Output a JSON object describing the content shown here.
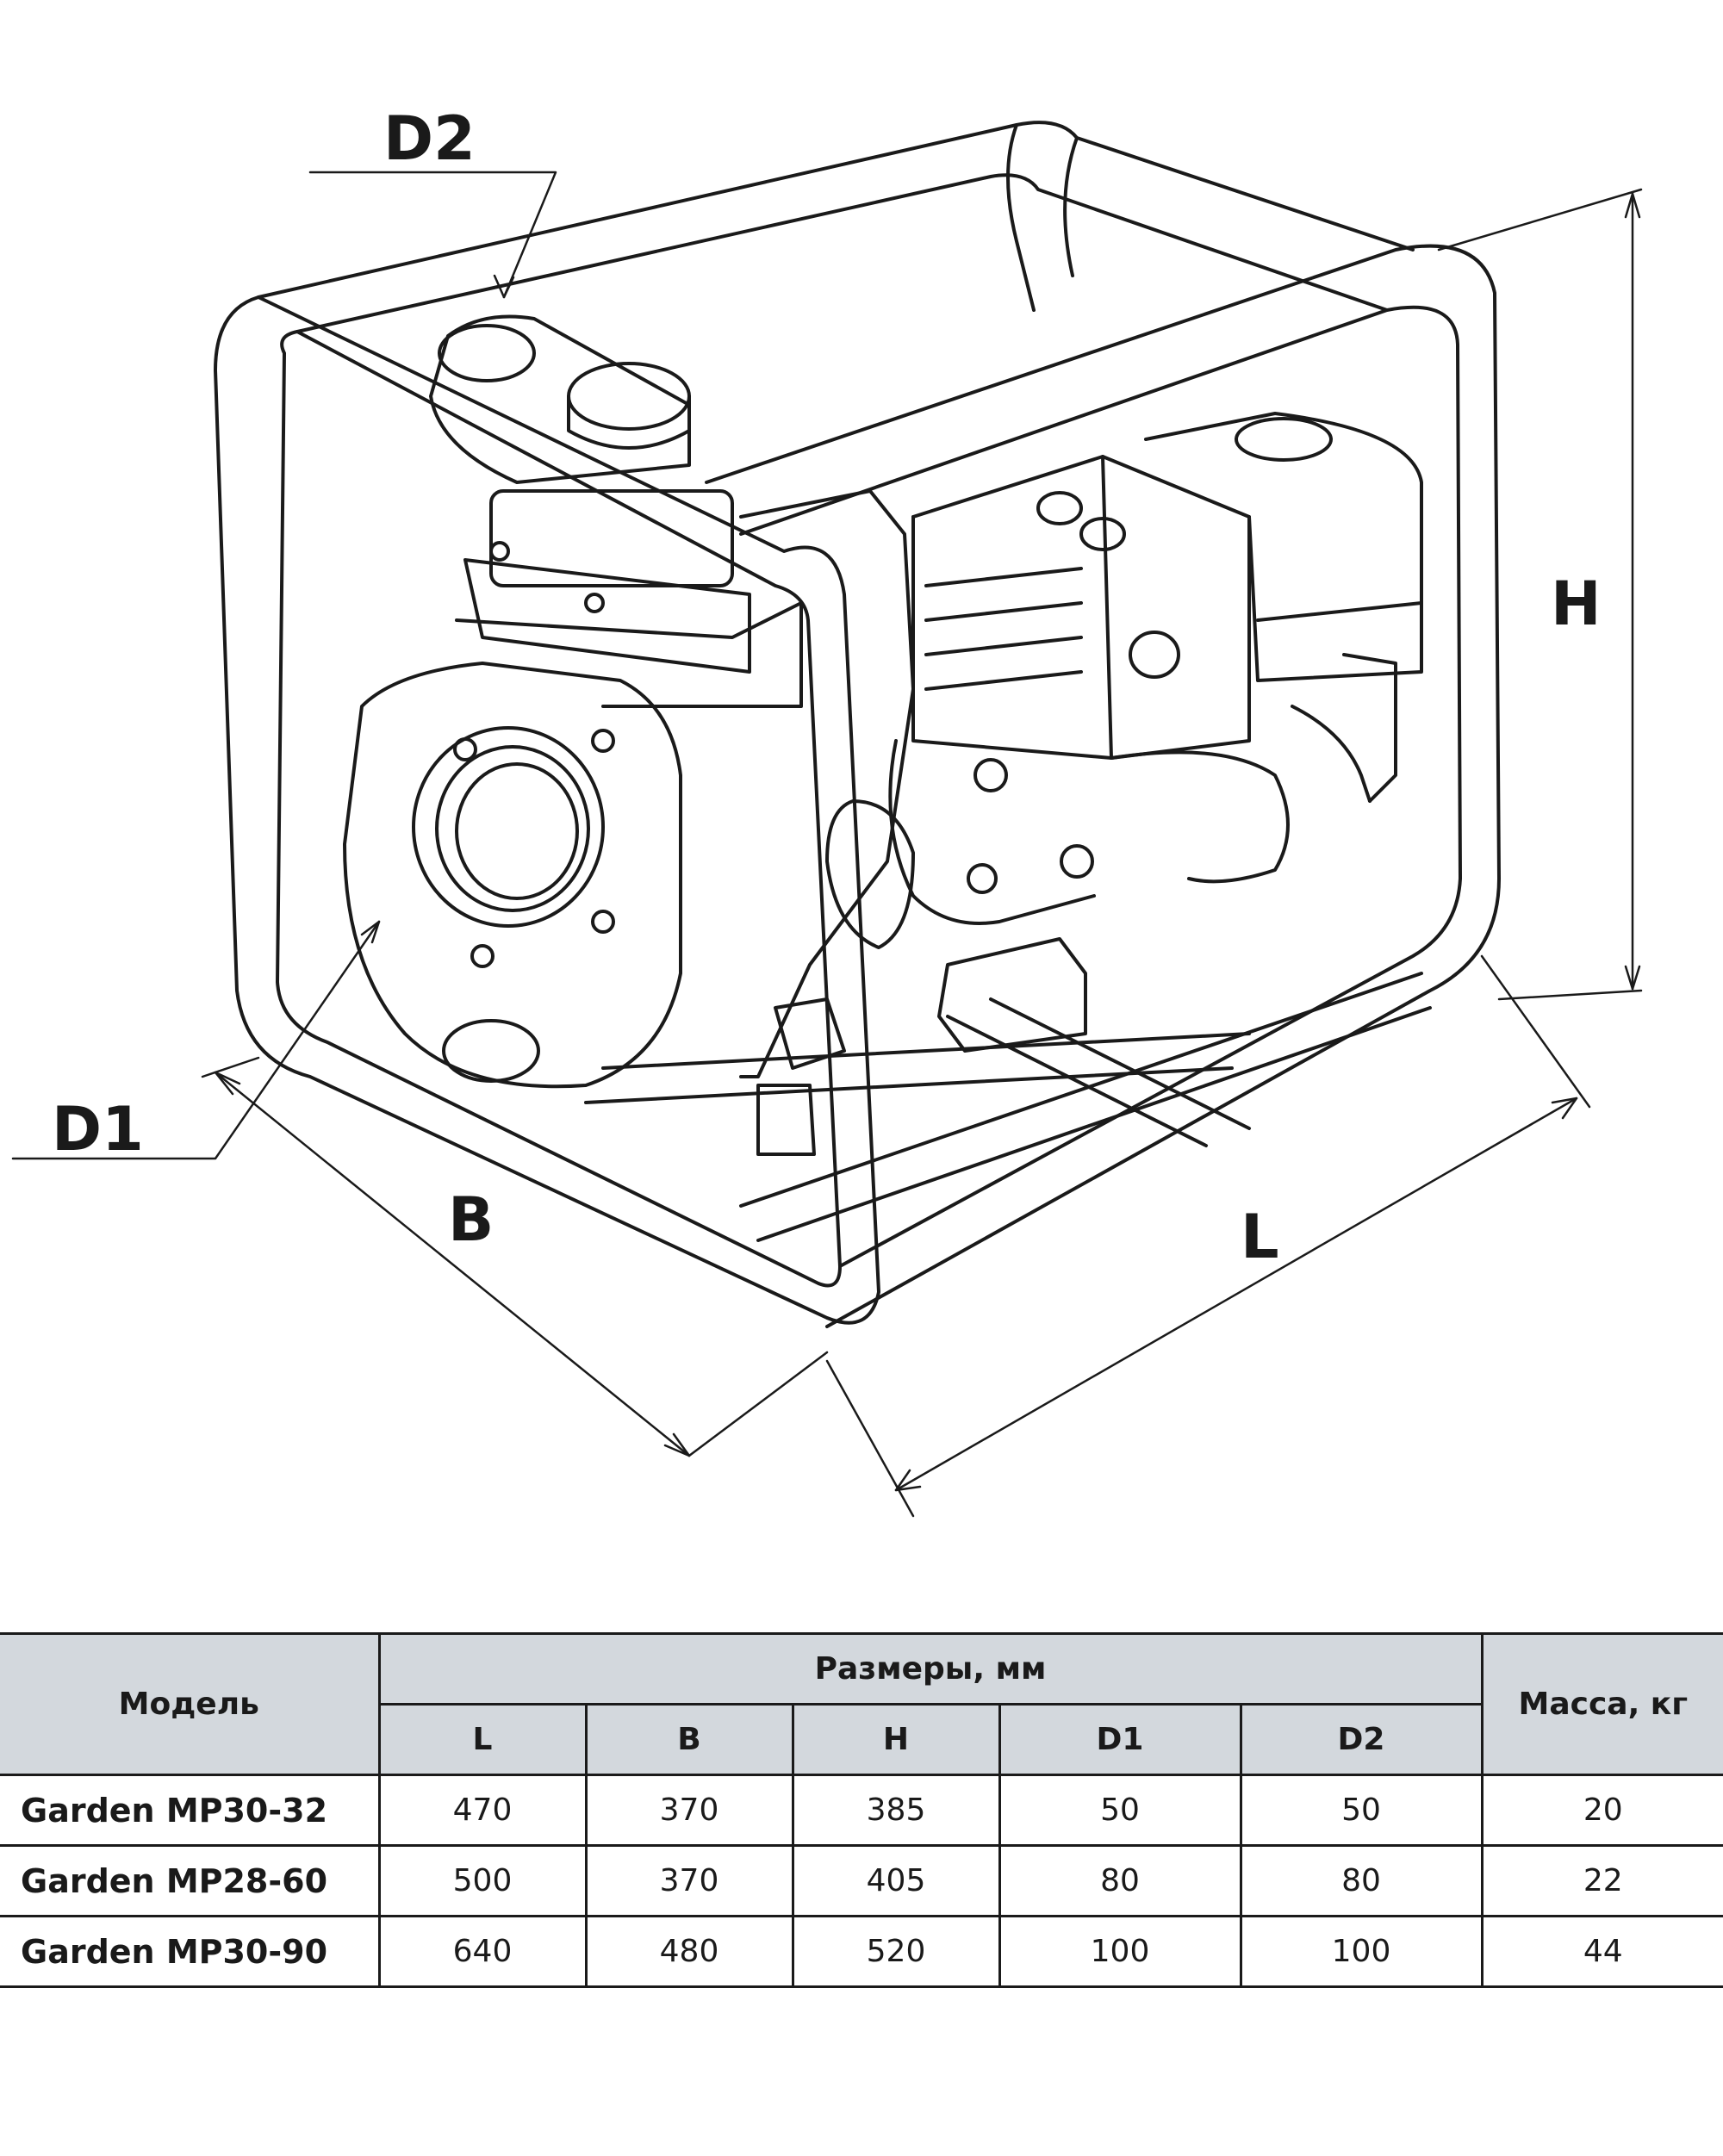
{
  "drawing": {
    "labels": {
      "d2": "D2",
      "d1": "D1",
      "h": "H",
      "b": "B",
      "l": "L"
    },
    "stroke_color": "#1a1a1a"
  },
  "table": {
    "header": {
      "model": "Модель",
      "dimensions_group": "Размеры, мм",
      "mass": "Масса, кг",
      "columns": [
        "L",
        "B",
        "H",
        "D1",
        "D2"
      ]
    },
    "header_bg": "#d3d8dd",
    "rows": [
      {
        "model": "Garden MP30-32",
        "L": "470",
        "B": "370",
        "H": "385",
        "D1": "50",
        "D2": "50",
        "mass": "20"
      },
      {
        "model": "Garden MP28-60",
        "L": "500",
        "B": "370",
        "H": "405",
        "D1": "80",
        "D2": "80",
        "mass": "22"
      },
      {
        "model": "Garden MP30-90",
        "L": "640",
        "B": "480",
        "H": "520",
        "D1": "100",
        "D2": "100",
        "mass": "44"
      }
    ]
  }
}
